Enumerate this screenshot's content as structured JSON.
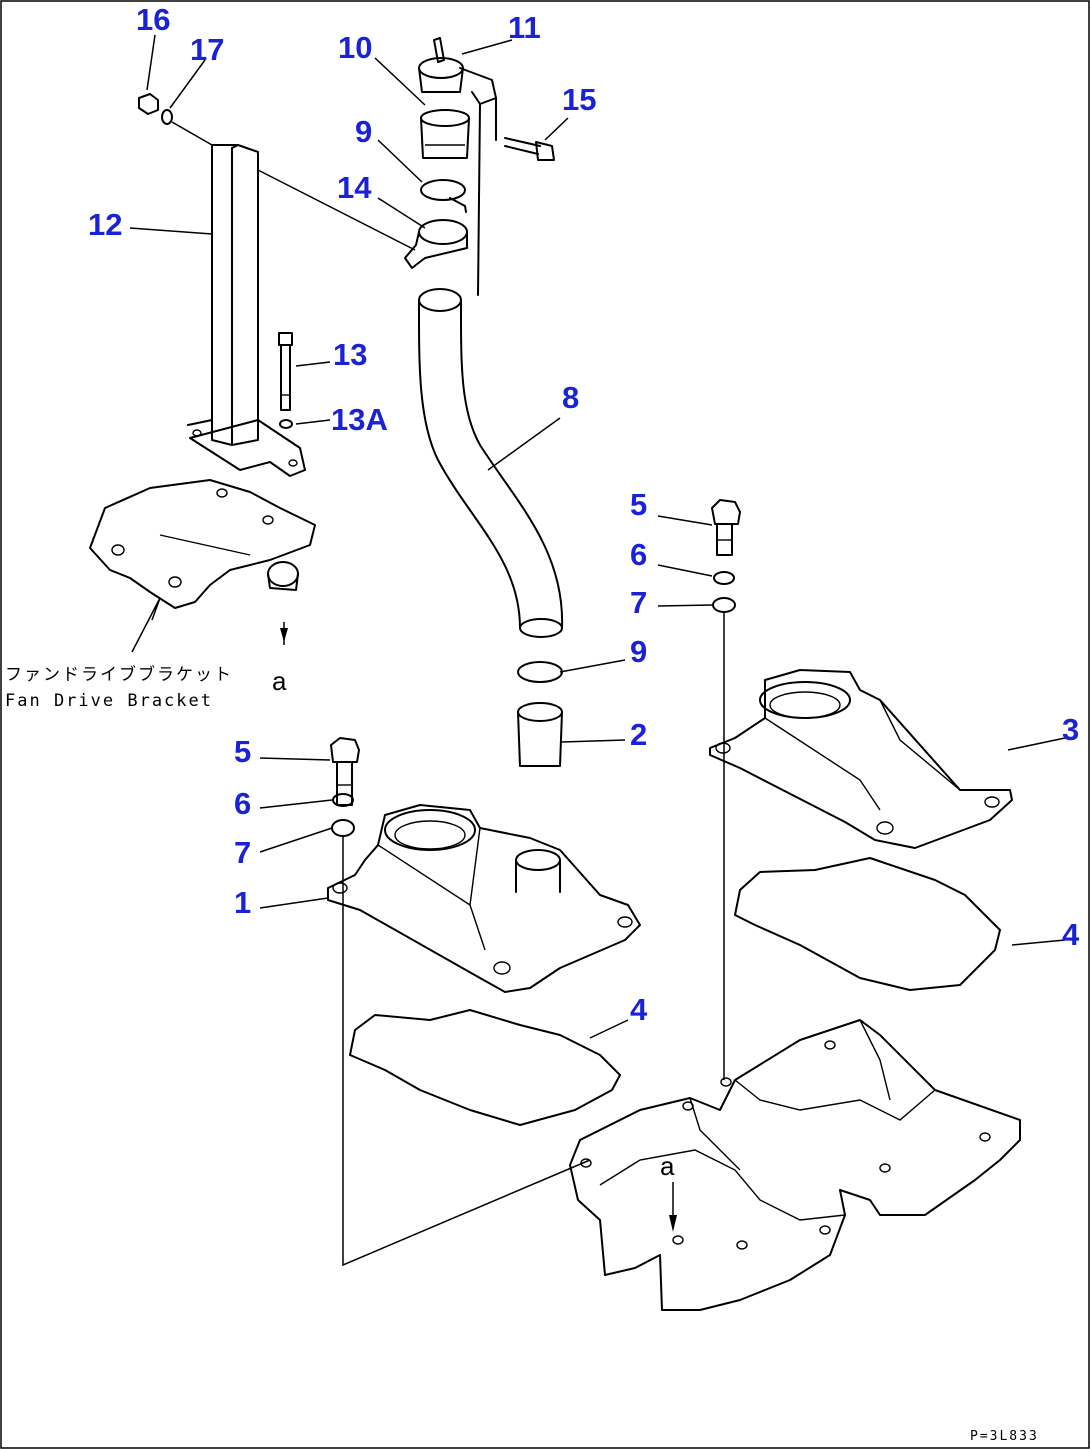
{
  "callouts": {
    "c16": "16",
    "c17": "17",
    "c10": "10",
    "c11": "11",
    "c15": "15",
    "c9a": "9",
    "c14": "14",
    "c12": "12",
    "c13": "13",
    "c13a": "13A",
    "c8": "8",
    "c5a": "5",
    "c6a": "6",
    "c7a": "7",
    "c9b": "9",
    "c2": "2",
    "c3": "3",
    "c5b": "5",
    "c6b": "6",
    "c7b": "7",
    "c1": "1",
    "c4a": "4",
    "c4b": "4"
  },
  "notes": {
    "bracket_jp": "ファンドライブブラケット",
    "bracket_en": "Fan Drive Bracket",
    "ref_a1": "a",
    "ref_a2": "a"
  },
  "drawing_code": "P=3L833",
  "colors": {
    "callout": "#1a22d8",
    "line": "#000000",
    "background": "#ffffff"
  }
}
